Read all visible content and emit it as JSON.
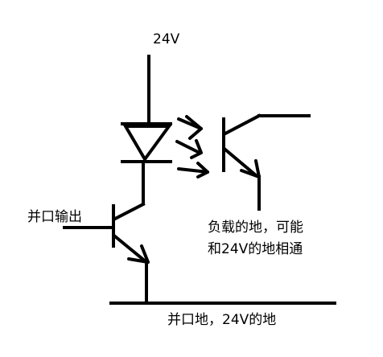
{
  "labels": {
    "supply": "24V",
    "parallel_output": "并口输出",
    "load_ground_line1": "负载的地，可能",
    "load_ground_line2": "和24V的地相通",
    "common_ground": "并口地，24V的地"
  },
  "colors": {
    "ink": "#000000",
    "background": "#ffffff"
  }
}
